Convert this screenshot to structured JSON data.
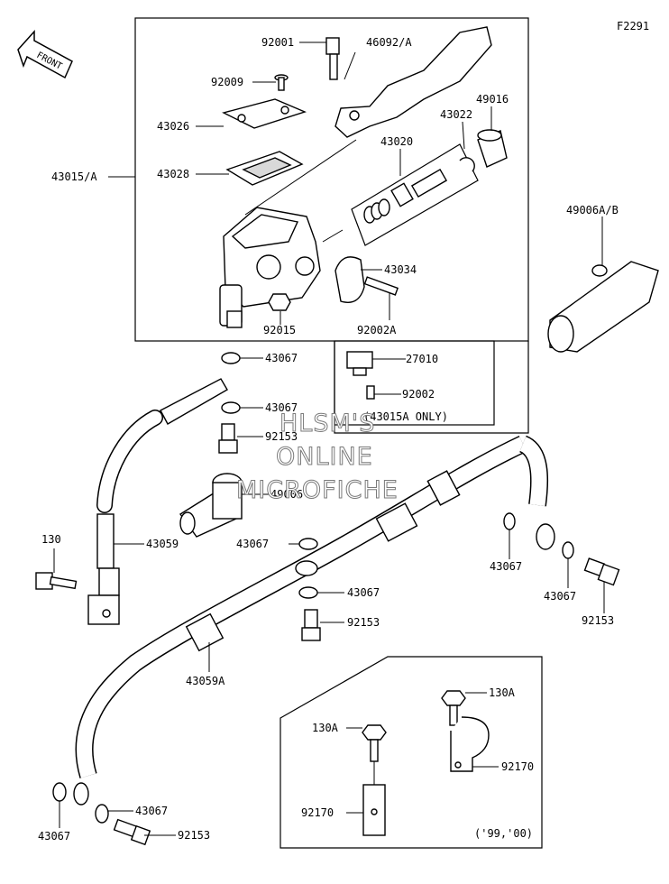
{
  "diagram": {
    "code": "F2291",
    "arrow_label": "FRONT",
    "watermark": [
      "HLSM'S",
      "ONLINE",
      "MICROFICHE"
    ],
    "year_note": "('99,'00)",
    "parts": [
      {
        "id": "p92001",
        "label": "92001",
        "name": "bolt"
      },
      {
        "id": "p46092",
        "label": "46092/A",
        "name": "brake lever"
      },
      {
        "id": "p92009",
        "label": "92009",
        "name": "screw"
      },
      {
        "id": "p43026",
        "label": "43026",
        "name": "reservoir cap"
      },
      {
        "id": "p49016",
        "label": "49016",
        "name": "boot"
      },
      {
        "id": "p43022",
        "label": "43022",
        "name": "snap ring"
      },
      {
        "id": "p43020",
        "label": "43020",
        "name": "piston kit"
      },
      {
        "id": "p43028",
        "label": "43028",
        "name": "diaphragm"
      },
      {
        "id": "p43015",
        "label": "43015/A",
        "name": "master cylinder assy"
      },
      {
        "id": "p49006ab",
        "label": "49006A/B",
        "name": "grip cover"
      },
      {
        "id": "p43034",
        "label": "43034",
        "name": "clamp"
      },
      {
        "id": "p92015",
        "label": "92015",
        "name": "nut"
      },
      {
        "id": "p92002A",
        "label": "92002A",
        "name": "bolt"
      },
      {
        "id": "p27010",
        "label": "27010",
        "name": "brake switch"
      },
      {
        "id": "p92002",
        "label": "92002",
        "name": "screw"
      },
      {
        "id": "p43015Aonly",
        "label": "(43015A ONLY)",
        "name": "note"
      },
      {
        "id": "p43067a",
        "label": "43067",
        "name": "washer"
      },
      {
        "id": "p43067b",
        "label": "43067",
        "name": "washer"
      },
      {
        "id": "p92153a",
        "label": "92153",
        "name": "banjo bolt"
      },
      {
        "id": "p49006",
        "label": "49006",
        "name": "cap"
      },
      {
        "id": "p130",
        "label": "130",
        "name": "bolt"
      },
      {
        "id": "p43059",
        "label": "43059",
        "name": "brake hose"
      },
      {
        "id": "p43067c",
        "label": "43067",
        "name": "washer"
      },
      {
        "id": "p43067d",
        "label": "43067",
        "name": "washer"
      },
      {
        "id": "p43067e",
        "label": "43067",
        "name": "washer"
      },
      {
        "id": "p43067f",
        "label": "43067",
        "name": "washer"
      },
      {
        "id": "p92153b",
        "label": "92153",
        "name": "banjo bolt"
      },
      {
        "id": "p92153c",
        "label": "92153",
        "name": "banjo bolt"
      },
      {
        "id": "p43059A",
        "label": "43059A",
        "name": "brake hose"
      },
      {
        "id": "p130A1",
        "label": "130A",
        "name": "bolt"
      },
      {
        "id": "p130A2",
        "label": "130A",
        "name": "bolt"
      },
      {
        "id": "p92170a",
        "label": "92170",
        "name": "clamp"
      },
      {
        "id": "p92170b",
        "label": "92170",
        "name": "clamp"
      },
      {
        "id": "p43067g",
        "label": "43067",
        "name": "washer"
      },
      {
        "id": "p43067h",
        "label": "43067",
        "name": "washer"
      },
      {
        "id": "p92153d",
        "label": "92153",
        "name": "banjo bolt"
      }
    ]
  }
}
